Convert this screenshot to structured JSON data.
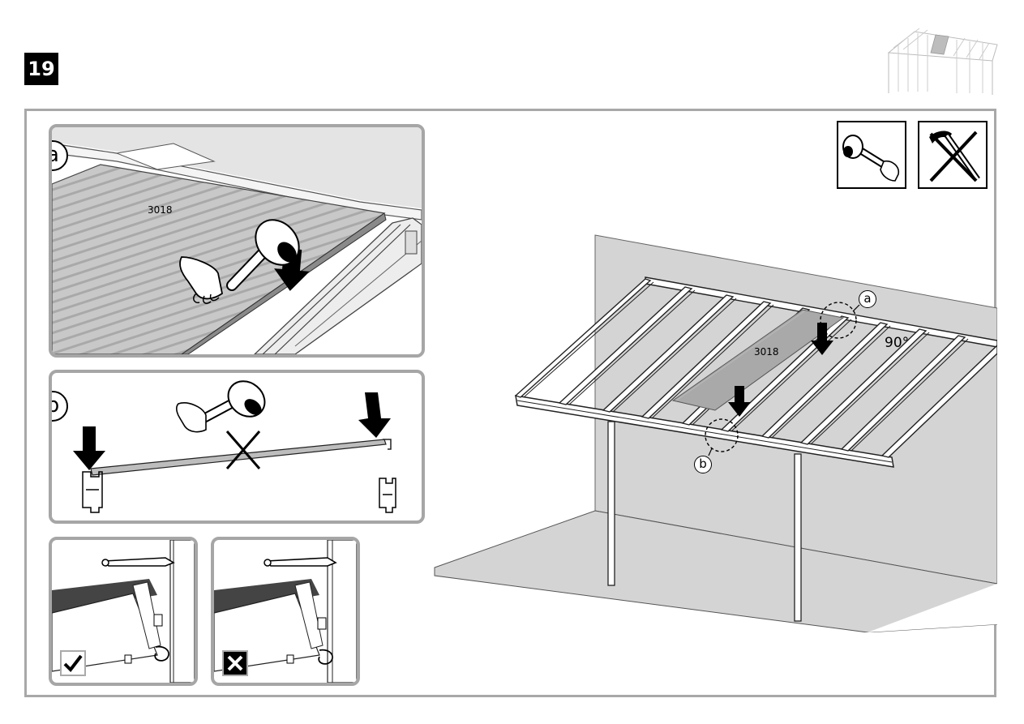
{
  "step": {
    "number": "19"
  },
  "panels": {
    "a": {
      "label": "a",
      "code": "3018"
    },
    "b": {
      "label": "b"
    },
    "correct": {
      "mark": "check-mark"
    },
    "incorrect": {
      "mark": "cross-mark"
    }
  },
  "tools": [
    {
      "icon": "rubber-mallet-icon"
    },
    {
      "icon": "no-hammer-icon"
    }
  ],
  "main": {
    "code": "3018",
    "angle": "90°",
    "callout_a": "a",
    "callout_b": "b"
  }
}
